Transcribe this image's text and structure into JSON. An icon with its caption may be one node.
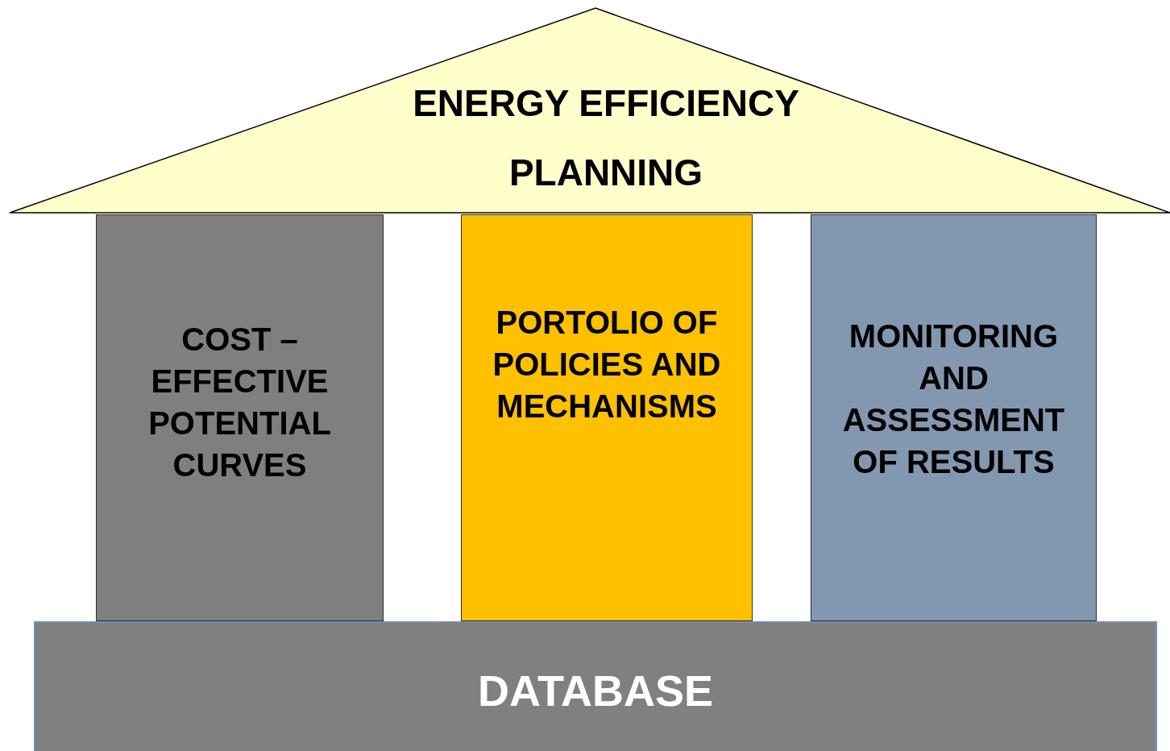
{
  "diagram": {
    "nodes": [
      {
        "text": [
          "ENERGY EFFICIENCY PLANNING"
        ]
      },
      {
        "text": [
          "COST – EFFECTIVE POTENTIAL CURVES"
        ]
      },
      {
        "text": [
          "PORTOLIO OF POLICIES AND MECHANISMS"
        ]
      },
      {
        "text": [
          "MONITORING AND ASSESSMENT OF RESULTS"
        ]
      },
      {
        "text": [
          "DATABASE"
        ]
      }
    ]
  }
}
